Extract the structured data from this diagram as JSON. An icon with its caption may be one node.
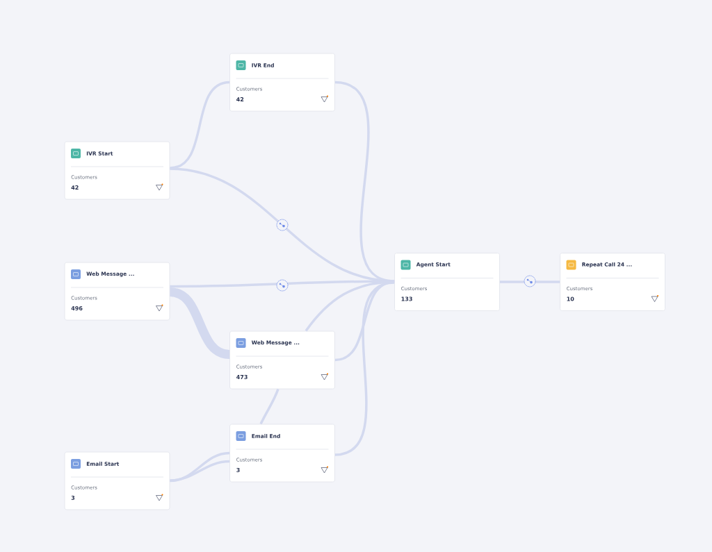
{
  "diagram": {
    "nodes": [
      {
        "text": [
          "IVR End",
          "Customers",
          "42"
        ]
      },
      {
        "text": [
          "IVR Start",
          "Customers",
          "42"
        ]
      },
      {
        "text": [
          "Web Message ...",
          "Customers",
          "496"
        ]
      },
      {
        "text": [
          "Web Message ...",
          "Customers",
          "473"
        ]
      },
      {
        "text": [
          "Agent Start",
          "Customers",
          "133"
        ]
      },
      {
        "text": [
          "Repeat Call 24 ...",
          "Customers",
          "10"
        ]
      },
      {
        "text": [
          "Email End",
          "Customers",
          "3"
        ]
      },
      {
        "text": [
          "Email Start",
          "Customers",
          "3"
        ]
      }
    ],
    "edges": [
      {
        "from": 1,
        "to": 0,
        "arrow": "none"
      },
      {
        "from": 1,
        "to": 4,
        "arrow": "none"
      },
      {
        "from": 0,
        "to": 4,
        "arrow": "none"
      },
      {
        "from": 2,
        "to": 4,
        "arrow": "none"
      },
      {
        "from": 2,
        "to": 3,
        "arrow": "none",
        "style": "thick"
      },
      {
        "from": 3,
        "to": 4,
        "arrow": "none"
      },
      {
        "from": 3,
        "to": 4,
        "arrow": "none"
      },
      {
        "from": 6,
        "to": 3,
        "arrow": "none"
      },
      {
        "from": 6,
        "to": 4,
        "arrow": "none"
      },
      {
        "from": 7,
        "to": 6,
        "arrow": "none"
      },
      {
        "from": 7,
        "to": 6,
        "arrow": "none"
      },
      {
        "from": 4,
        "to": 5,
        "arrow": "none"
      }
    ]
  }
}
